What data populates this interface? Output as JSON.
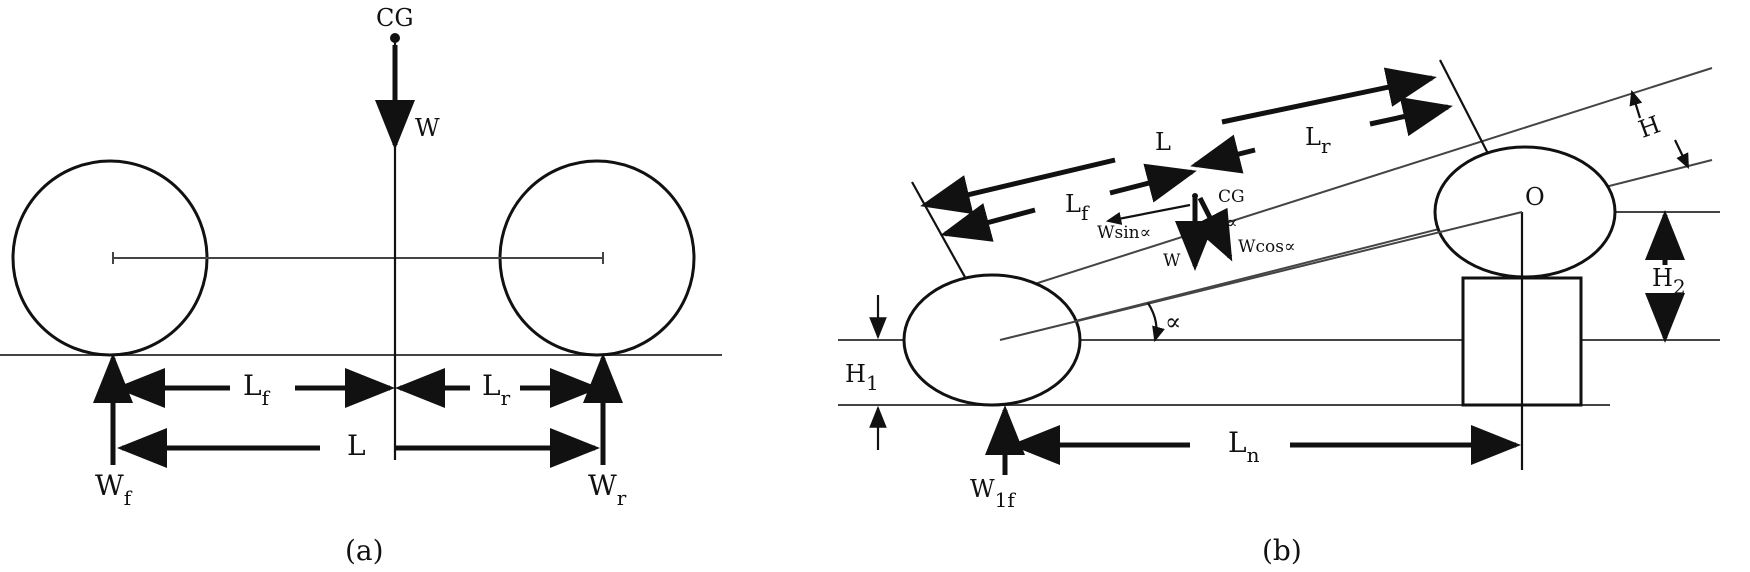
{
  "panel_a": {
    "caption": "(a)",
    "labels": {
      "cg": "CG",
      "w": "W",
      "l": "L",
      "lf_main": "L",
      "lf_sub": "f",
      "lr_main": "L",
      "lr_sub": "r",
      "wf_main": "W",
      "wf_sub": "f",
      "wr_main": "W",
      "wr_sub": "r"
    }
  },
  "panel_b": {
    "caption": "(b)",
    "labels": {
      "l": "L",
      "lf_main": "L",
      "lf_sub": "f",
      "lr_main": "L",
      "lr_sub": "r",
      "cg": "CG",
      "w": "W",
      "wsin": "Wsin∝",
      "wcos": "Wcos∝",
      "alpha_small": "∝",
      "alpha": "∝",
      "h": "H",
      "o": "O",
      "h2_main": "H",
      "h2_sub": "2",
      "h1_main": "H",
      "h1_sub": "1",
      "ln_main": "L",
      "ln_sub": "n",
      "w1f_main": "W",
      "w1f_sub": "1f"
    }
  }
}
